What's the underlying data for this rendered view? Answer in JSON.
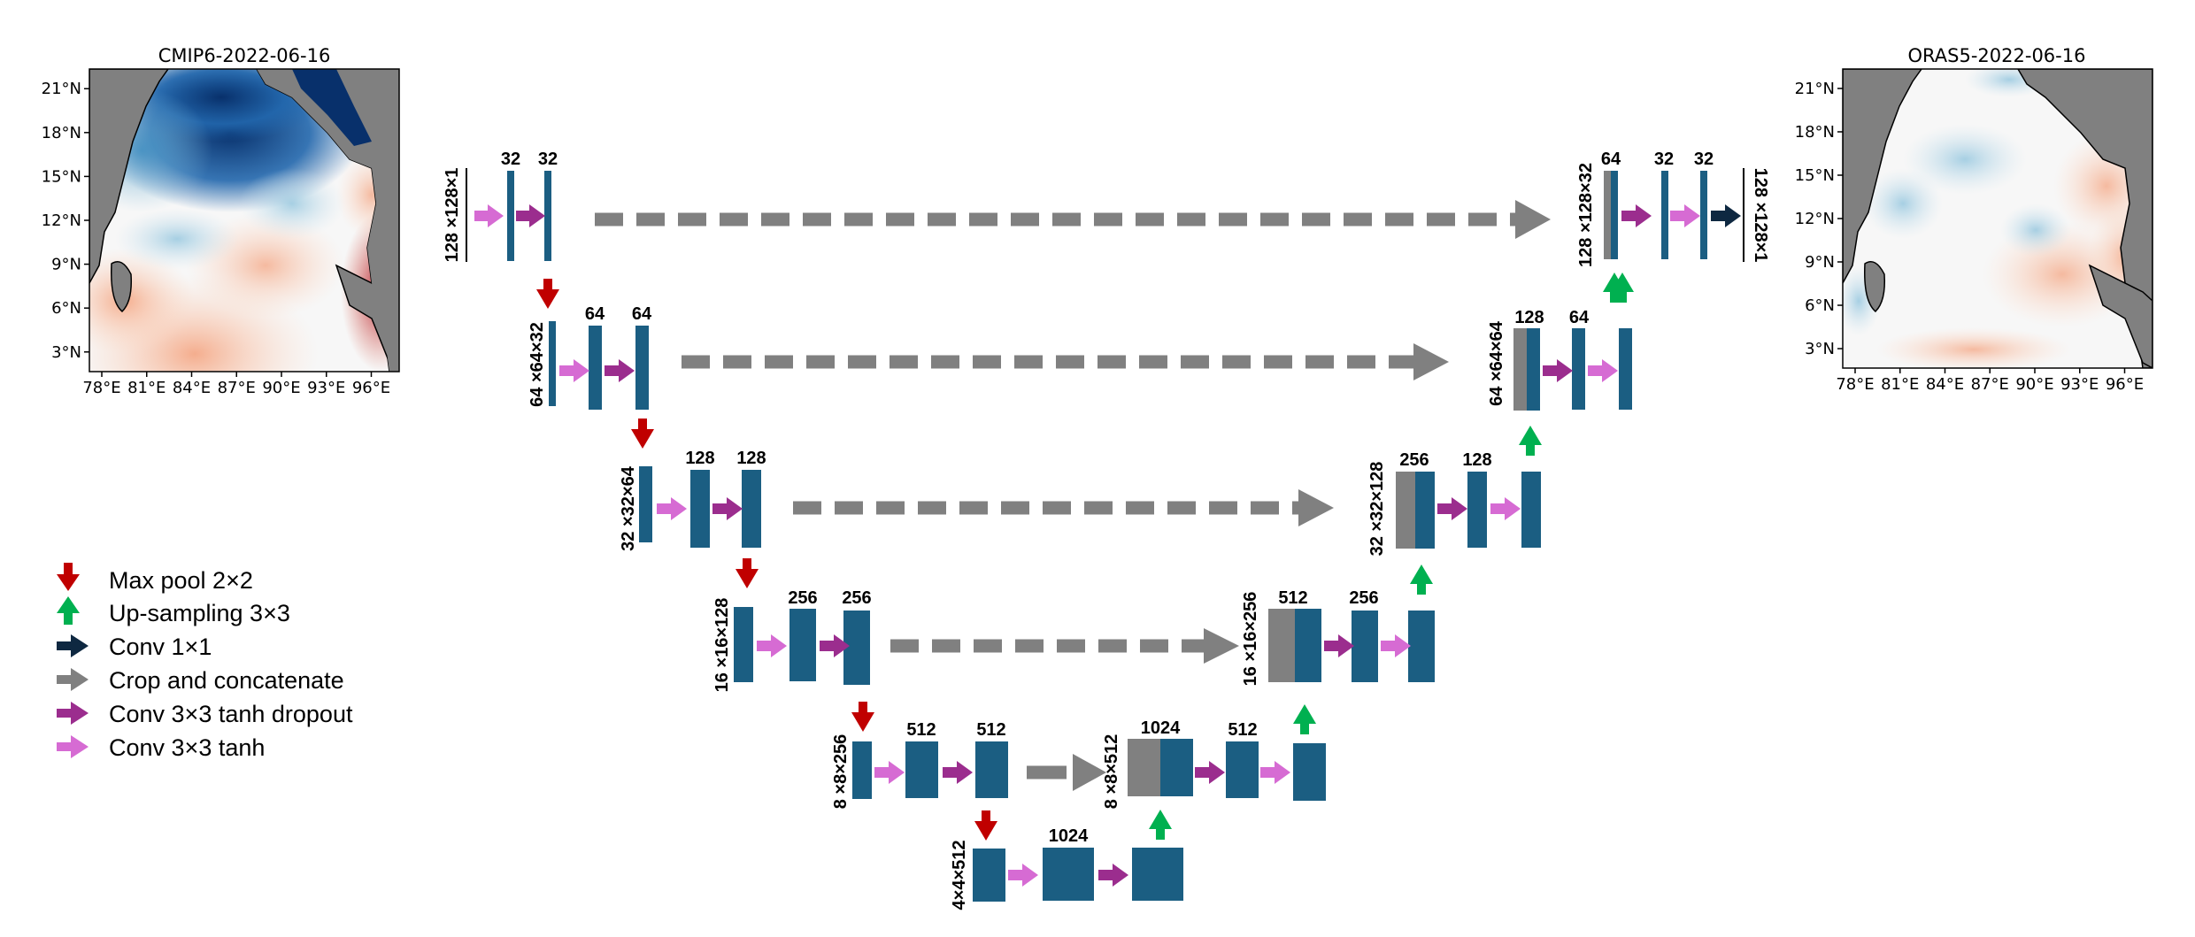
{
  "maps": {
    "left": {
      "title": "CMIP6-2022-06-16",
      "lat_labels": [
        "21°N",
        "18°N",
        "15°N",
        "12°N",
        "9°N",
        "6°N",
        "3°N"
      ],
      "lon_labels": [
        "78°E",
        "81°E",
        "84°E",
        "87°E",
        "90°E",
        "93°E",
        "96°E"
      ]
    },
    "right": {
      "title": "ORAS5-2022-06-16",
      "lat_labels": [
        "21°N",
        "18°N",
        "15°N",
        "12°N",
        "9°N",
        "6°N",
        "3°N"
      ],
      "lon_labels": [
        "78°E",
        "81°E",
        "84°E",
        "87°E",
        "90°E",
        "93°E",
        "96°E"
      ]
    }
  },
  "legend": [
    {
      "icon": "max-pool-arrow-icon",
      "color": "#c00000",
      "label": "Max pool 2×2"
    },
    {
      "icon": "upsampling-arrow-icon",
      "color": "#00b050",
      "label": "Up-sampling 3×3"
    },
    {
      "icon": "conv1x1-arrow-icon",
      "color": "#0e2841",
      "label": "Conv 1×1"
    },
    {
      "icon": "crop-concat-arrow-icon",
      "color": "#808080",
      "label": "Crop and concatenate"
    },
    {
      "icon": "conv-tanh-dropout-arrow-icon",
      "color": "#9b2d8e",
      "label": "Conv 3×3 tanh dropout"
    },
    {
      "icon": "conv-tanh-arrow-icon",
      "color": "#d66bd3",
      "label": "Conv 3×3 tanh"
    }
  ],
  "encoder": [
    {
      "dims": "128 ×128×1",
      "channels": [
        "32",
        "32"
      ]
    },
    {
      "dims": "64 ×64×32",
      "channels": [
        "64",
        "64"
      ]
    },
    {
      "dims": "32 ×32×64",
      "channels": [
        "128",
        "128"
      ]
    },
    {
      "dims": "16 ×16×128",
      "channels": [
        "256",
        "256"
      ]
    },
    {
      "dims": "8 ×8×256",
      "channels": [
        "512",
        "512"
      ]
    }
  ],
  "bottleneck": {
    "dims": "4×4×512",
    "channels": [
      "1024"
    ]
  },
  "decoder": [
    {
      "dims": "8 ×8×512",
      "channels": [
        "1024",
        "512"
      ]
    },
    {
      "dims": "16 ×16×256",
      "channels": [
        "512",
        "256"
      ]
    },
    {
      "dims": "32 ×32×128",
      "channels": [
        "256",
        "128"
      ]
    },
    {
      "dims": "64 ×64×64",
      "channels": [
        "128",
        "64"
      ]
    },
    {
      "dims": "128 ×128×32",
      "channels": [
        "64",
        "32",
        "32"
      ]
    }
  ],
  "output": {
    "dims": "128 ×128×1"
  },
  "colors": {
    "block": "#1b5e82",
    "concat": "#808080",
    "max_pool": "#c00000",
    "upsample": "#00b050",
    "conv1x1": "#0e2841",
    "crop_concat": "#808080",
    "conv_tanh_dropout": "#9b2d8e",
    "conv_tanh": "#d66bd3",
    "land": "#808080"
  }
}
